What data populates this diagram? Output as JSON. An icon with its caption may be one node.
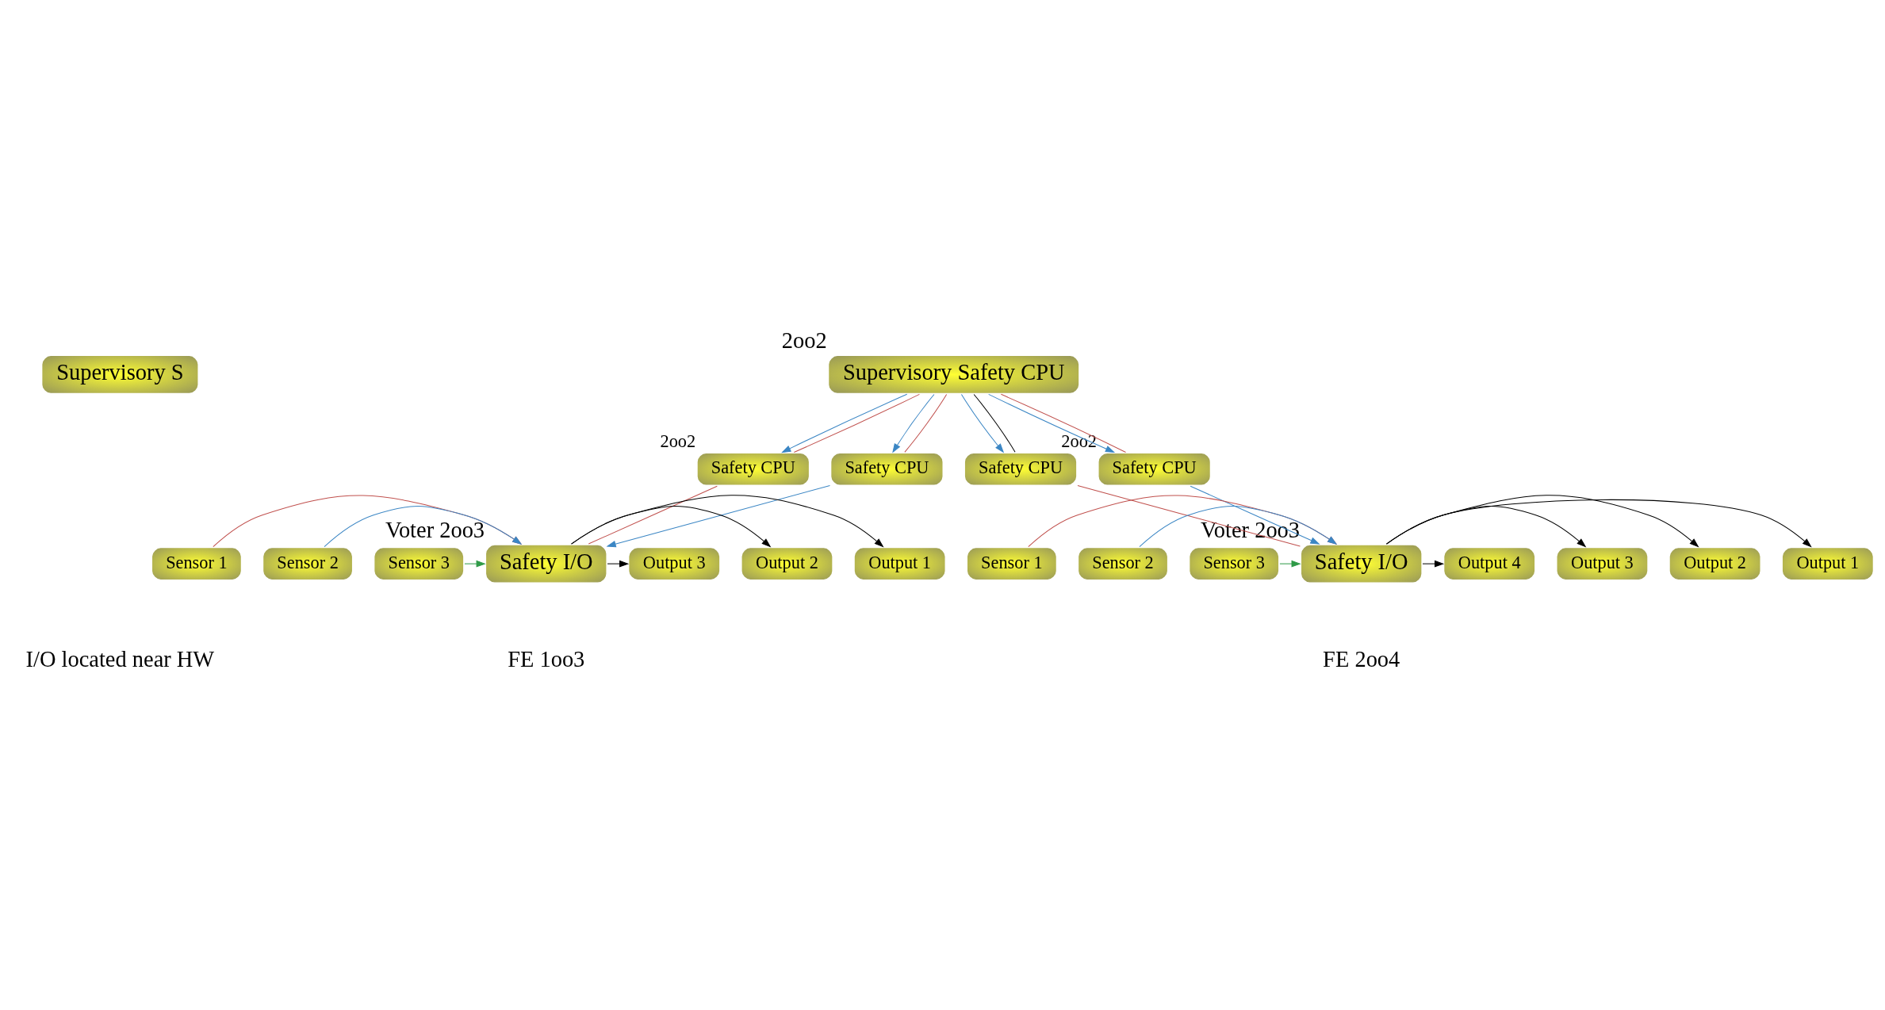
{
  "diagram": {
    "nodes": [
      {
        "text": [
          "Supervisory S"
        ]
      },
      {
        "text": [
          "Supervisory Safety CPU"
        ],
        "beside": [
          "2oo2"
        ]
      },
      {
        "text": [
          "Safety CPU"
        ],
        "beside": [
          "2oo2"
        ]
      },
      {
        "text": [
          "Safety CPU"
        ]
      },
      {
        "text": [
          "Safety CPU"
        ]
      },
      {
        "text": [
          "Safety CPU"
        ],
        "beside": [
          "2oo2"
        ]
      },
      {
        "text": [
          "Sensor 1"
        ]
      },
      {
        "text": [
          "Sensor 2"
        ]
      },
      {
        "text": [
          "Sensor 3"
        ]
      },
      {
        "text": [
          "Safety I/O"
        ],
        "beside": [
          "Voter 2oo3"
        ]
      },
      {
        "text": [
          "Output 1"
        ]
      },
      {
        "text": [
          "Output 2"
        ]
      },
      {
        "text": [
          "Output 3"
        ]
      },
      {
        "text": [
          "Sensor 1"
        ]
      },
      {
        "text": [
          "Sensor 2"
        ]
      },
      {
        "text": [
          "Sensor 3"
        ]
      },
      {
        "text": [
          "Safety I/O"
        ],
        "beside": [
          "Voter 2oo3"
        ]
      },
      {
        "text": [
          "Output 1"
        ]
      },
      {
        "text": [
          "Output 2"
        ]
      },
      {
        "text": [
          "Output 3"
        ]
      },
      {
        "text": [
          "Output 4"
        ]
      }
    ],
    "edges": [
      {
        "from": 2,
        "to": 1,
        "arrow": "none",
        "color": "#c0504d"
      },
      {
        "from": 3,
        "to": 1,
        "arrow": "none",
        "color": "#c0504d"
      },
      {
        "from": 4,
        "to": 1,
        "arrow": "none"
      },
      {
        "from": 5,
        "to": 1,
        "arrow": "none",
        "color": "#c0504d"
      },
      {
        "from": 1,
        "to": 2,
        "arrow": "to",
        "color": "#3b86c4"
      },
      {
        "from": 1,
        "to": 3,
        "arrow": "to",
        "color": "#3b86c4"
      },
      {
        "from": 1,
        "to": 4,
        "arrow": "to",
        "color": "#3b86c4"
      },
      {
        "from": 1,
        "to": 5,
        "arrow": "to",
        "color": "#3b86c4"
      },
      {
        "from": 2,
        "to": 9,
        "arrow": "none",
        "color": "#c0504d"
      },
      {
        "from": 3,
        "to": 9,
        "arrow": "to",
        "color": "#3b86c4"
      },
      {
        "from": 4,
        "to": 16,
        "arrow": "none",
        "color": "#c0504d"
      },
      {
        "from": 5,
        "to": 16,
        "arrow": "to",
        "color": "#3b86c4"
      },
      {
        "from": 6,
        "to": 9,
        "arrow": "to",
        "color": "#c0504d"
      },
      {
        "from": 7,
        "to": 9,
        "arrow": "to",
        "color": "#3b86c4"
      },
      {
        "from": 8,
        "to": 9,
        "arrow": "to",
        "color": "#2e9a47"
      },
      {
        "from": 9,
        "to": 10,
        "arrow": "to"
      },
      {
        "from": 9,
        "to": 11,
        "arrow": "to"
      },
      {
        "from": 9,
        "to": 12,
        "arrow": "to"
      },
      {
        "from": 13,
        "to": 16,
        "arrow": "to",
        "color": "#c0504d"
      },
      {
        "from": 14,
        "to": 16,
        "arrow": "to",
        "color": "#3b86c4"
      },
      {
        "from": 15,
        "to": 16,
        "arrow": "to",
        "color": "#2e9a47"
      },
      {
        "from": 16,
        "to": 17,
        "arrow": "to"
      },
      {
        "from": 16,
        "to": 18,
        "arrow": "to"
      },
      {
        "from": 16,
        "to": 19,
        "arrow": "to"
      },
      {
        "from": 16,
        "to": 20,
        "arrow": "to"
      }
    ],
    "labels": [
      "I/O located near HW",
      "FE 1oo3",
      "FE 2oo4"
    ]
  }
}
